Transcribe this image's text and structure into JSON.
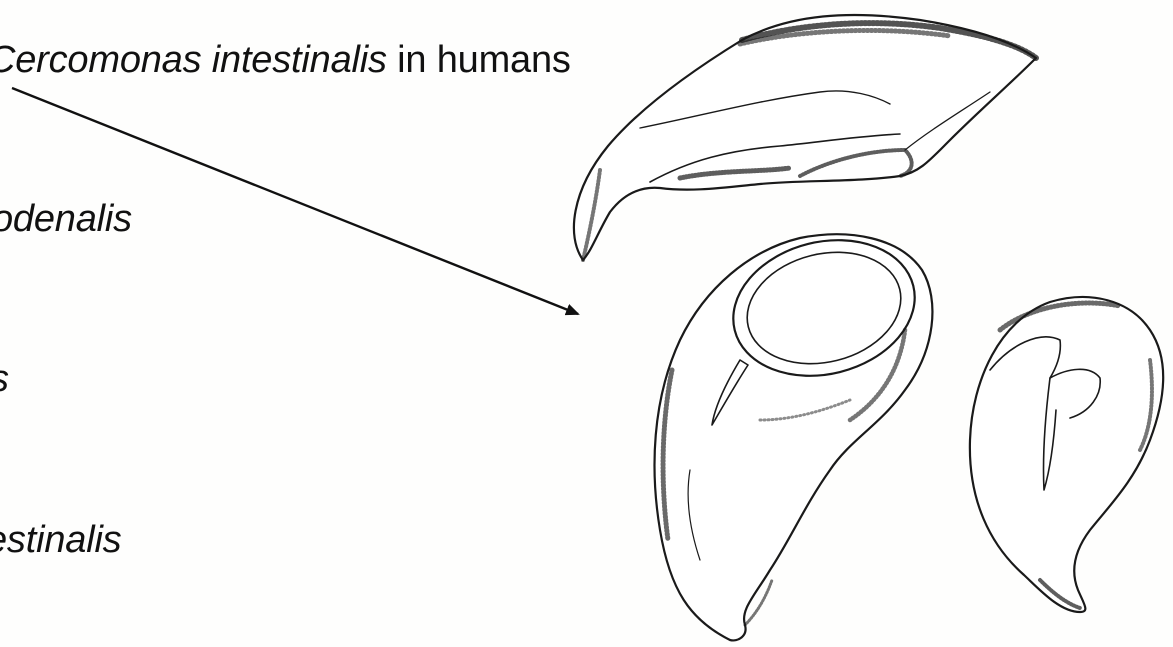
{
  "text_lines": [
    {
      "italic": "Cercomonas intestinalis",
      "rest": " in humans"
    },
    {
      "italic": "odenalis",
      "rest": ""
    },
    {
      "italic": "s",
      "rest": ""
    },
    {
      "italic": "estinalis",
      "rest": ""
    }
  ],
  "illustration": {
    "subject": "Giardia (lamblia) trophozoite drawings",
    "views": [
      "lateral-view",
      "ventral-view",
      "dorsal-view"
    ],
    "ink_color": "#1a1a1a"
  },
  "arrow": {
    "color": "#111111"
  }
}
